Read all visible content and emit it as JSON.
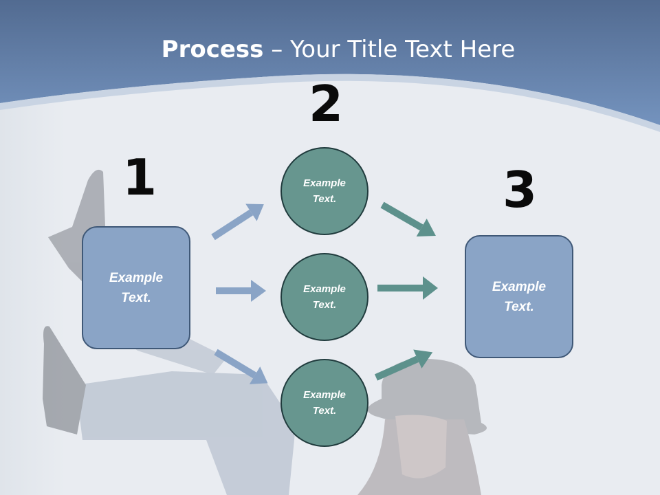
{
  "title": {
    "bold": "Process",
    "dash": " – ",
    "rest": "Your Title Text Here"
  },
  "steps": {
    "one": "1",
    "two": "2",
    "three": "3"
  },
  "left_box": {
    "line1": "Example",
    "line2": "Text."
  },
  "right_box": {
    "line1": "Example",
    "line2": "Text."
  },
  "circles": [
    {
      "line1": "Example",
      "line2": "Text."
    },
    {
      "line1": "Example",
      "line2": "Text."
    },
    {
      "line1": "Example",
      "line2": "Text."
    }
  ],
  "colors": {
    "header_blue": "#6d8fba",
    "box_fill": "#8aa4c6",
    "circle_fill": "#67968f",
    "blue_arrow": "#8aa4c6",
    "teal_arrow": "#5d918c"
  }
}
